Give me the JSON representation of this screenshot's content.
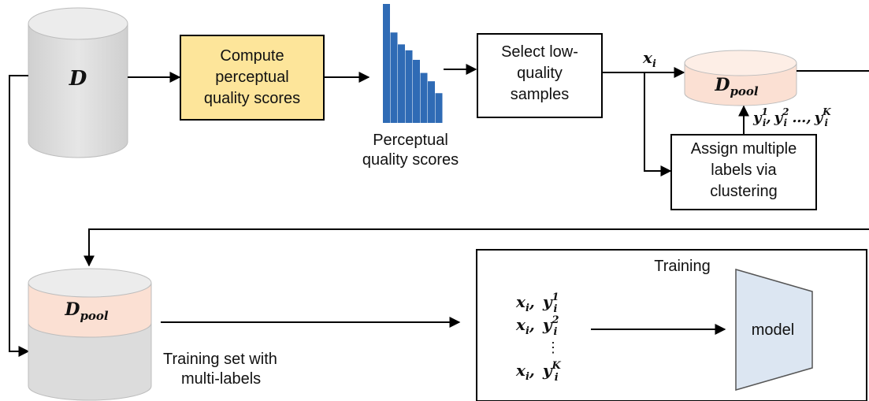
{
  "dataset": {
    "label": "D"
  },
  "compute_box": {
    "lines": [
      "Compute",
      "perceptual",
      "quality scores"
    ],
    "fill": "#fde59a"
  },
  "scores": {
    "caption": [
      "Perceptual",
      "quality scores"
    ],
    "bar_levels": [
      1.0,
      0.76,
      0.66,
      0.61,
      0.53,
      0.42,
      0.35,
      0.25
    ],
    "bar_color": "#2f6bb5"
  },
  "select_box": {
    "lines": [
      "Select low-",
      "quality",
      "samples"
    ]
  },
  "x_label": {
    "main": "x",
    "sub": "i"
  },
  "pool": {
    "main": "D",
    "sub": "pool",
    "fill": "#fbe0d3"
  },
  "assign_box": {
    "lines": [
      "Assign multiple",
      "labels via",
      "clustering"
    ]
  },
  "labels_row": {
    "items": [
      {
        "main": "y",
        "sup": "1",
        "sub": "i",
        "after": ","
      },
      {
        "main": "y",
        "sup": "2",
        "sub": "i",
        "after": " …,"
      },
      {
        "main": "y",
        "sup": "K",
        "sub": "i",
        "after": ""
      }
    ]
  },
  "training_set": {
    "caption": [
      "Training set with",
      "multi-labels"
    ],
    "body_fill": "#dcdcdc"
  },
  "training_panel": {
    "title": "Training",
    "pairs": [
      {
        "x": "x",
        "xsub": "i",
        "y": "y",
        "ysub": "i",
        "ysup": "1"
      },
      {
        "x": "x",
        "xsub": "i",
        "y": "y",
        "ysub": "i",
        "ysup": "2"
      },
      {
        "x": "x",
        "xsub": "i",
        "y": "y",
        "ysub": "i",
        "ysup": "K"
      }
    ],
    "ellipsis": "⋮"
  },
  "model": {
    "label": "model",
    "fill": "#dce6f2"
  }
}
